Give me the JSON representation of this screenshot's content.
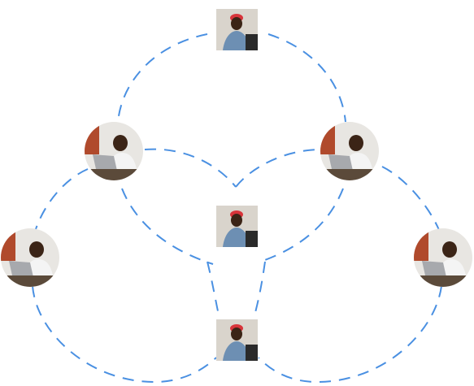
{
  "colors": {
    "connector": "#4a90e2",
    "background": "#ffffff",
    "cap": "#d8343a",
    "shirt": "#6d8fb3",
    "skin": "#3b2416",
    "room": "#e8e6e2",
    "laptop": "#a7a9ad"
  },
  "nodes": [
    {
      "kind": "portrait-standing",
      "icon": "person-with-red-cap-photo"
    },
    {
      "kind": "portrait-laptop",
      "icon": "person-at-laptop-photo"
    },
    {
      "kind": "portrait-laptop",
      "icon": "person-at-laptop-photo"
    },
    {
      "kind": "portrait-standing",
      "icon": "person-with-red-cap-photo"
    },
    {
      "kind": "portrait-laptop",
      "icon": "person-at-laptop-photo"
    },
    {
      "kind": "portrait-laptop",
      "icon": "person-at-laptop-photo"
    },
    {
      "kind": "portrait-standing",
      "icon": "person-with-red-cap-photo"
    }
  ]
}
